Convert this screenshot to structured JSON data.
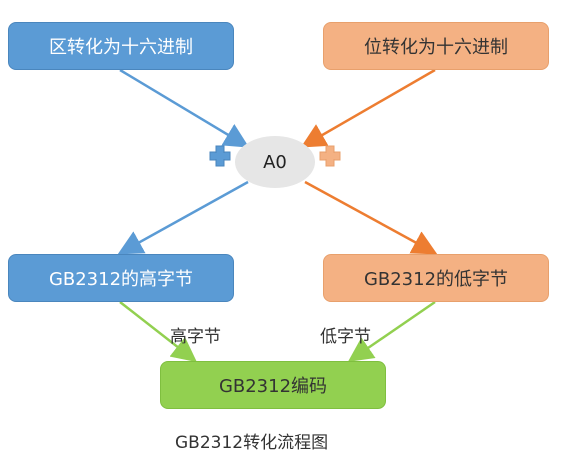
{
  "diagram": {
    "box_qu": "区转化为十六进制",
    "box_wei": "位转化为十六进制",
    "center": "A0",
    "box_high": "GB2312的高字节",
    "box_low": "GB2312的低字节",
    "box_code": "GB2312编码",
    "label_high": "高字节",
    "label_low": "低字节",
    "caption": "GB2312转化流程图"
  },
  "colors": {
    "blue": "#5b9bd5",
    "orange": "#f4b183",
    "orange_line": "#ed7d31",
    "green": "#92d050",
    "ellipse": "#e6e6e6"
  },
  "icons": [
    "plus-icon-blue",
    "plus-icon-orange"
  ]
}
